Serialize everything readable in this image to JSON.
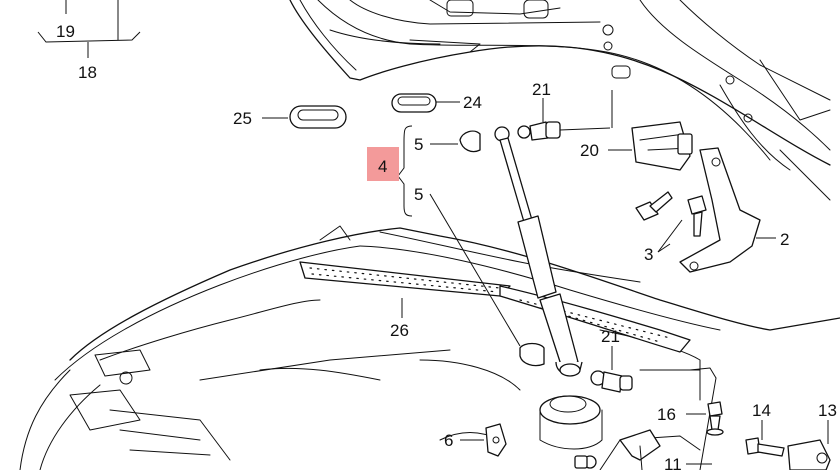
{
  "callouts": {
    "p19": "19",
    "p18": "18",
    "p25": "25",
    "p24": "24",
    "p21_top": "21",
    "p21_bottom": "21",
    "p20": "20",
    "p5_top": "5",
    "p5_bottom": "5",
    "p4": "4",
    "p3": "3",
    "p2": "2",
    "p26": "26",
    "p16": "16",
    "p14": "14",
    "p13": "13",
    "p6": "6",
    "p11": "11"
  },
  "colors": {
    "highlight": "#f39a9a",
    "line": "#111111",
    "background": "#ffffff"
  }
}
